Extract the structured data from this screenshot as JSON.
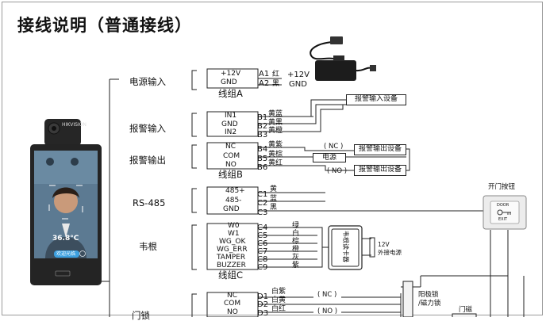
{
  "title": "接线说明（普通接线）",
  "device": {
    "brand": "HIKVISION",
    "temperature": "36.8°C",
    "greeting": "欢迎光临"
  },
  "power": {
    "category": "电源输入",
    "terminals": [
      "+12V",
      "GND"
    ],
    "pins": [
      "A1",
      "A2"
    ],
    "colors": [
      "红",
      "黑"
    ],
    "adapter_labels": [
      "+12V",
      "GND"
    ],
    "group": "线组A"
  },
  "alarm_in": {
    "category": "报警输入",
    "terminals": [
      "IN1",
      "GND",
      "IN2"
    ],
    "pins": [
      "B1",
      "B2",
      "B3"
    ],
    "colors": [
      "黄蓝",
      "黄黑",
      "黄橙"
    ],
    "device_label": "报警输入设备"
  },
  "alarm_out": {
    "category": "报警输出",
    "terminals": [
      "NC",
      "COM",
      "NO"
    ],
    "pins": [
      "B4",
      "B5",
      "B6"
    ],
    "colors": [
      "黄紫",
      "黄棕",
      "黄红"
    ],
    "nc_label": "( NC )",
    "no_label": "( NO )",
    "power_label": "电源",
    "device_labels": [
      "报警输出设备",
      "报警输出设备"
    ],
    "group": "线组B"
  },
  "rs485": {
    "category": "RS-485",
    "terminals": [
      "485+",
      "485-",
      "GND"
    ],
    "pins": [
      "C1",
      "C2",
      "C3"
    ],
    "colors": [
      "黄",
      "蓝",
      "黑"
    ]
  },
  "wiegand": {
    "category": "韦根",
    "terminals": [
      "W0",
      "W1",
      "WG_OK",
      "WG_ERR",
      "TAMPER",
      "BUZZER"
    ],
    "pins": [
      "C4",
      "C5",
      "C6",
      "C7",
      "C8",
      "C9"
    ],
    "colors": [
      "绿",
      "白",
      "棕",
      "橙",
      "灰",
      "紫"
    ],
    "reader_label": "韦根读卡器",
    "power_note": [
      "12V",
      "外接电源"
    ],
    "group": "线组C"
  },
  "door": {
    "category": "门锁",
    "terminals": [
      "NC",
      "COM",
      "NO"
    ],
    "pins": [
      "D1",
      "D2",
      "D3"
    ],
    "colors": [
      "白紫",
      "白黄",
      "白红"
    ],
    "nc_label": "( NC )",
    "no_label": "( NO )",
    "lock_label": [
      "阳极锁",
      "/磁力锁"
    ],
    "sensor_label": "门磁"
  },
  "exit_button": {
    "label": "开门按钮",
    "face_top": "DOOR",
    "face_bottom": "EXIT"
  }
}
